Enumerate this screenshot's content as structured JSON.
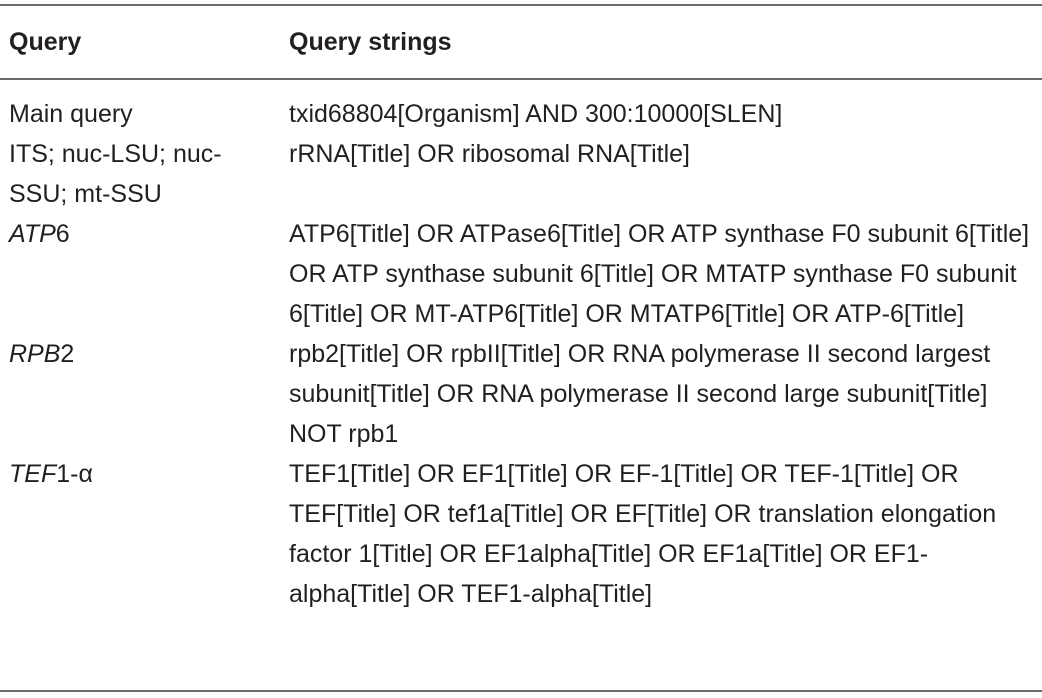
{
  "header": {
    "query": "Query",
    "query_strings": "Query strings"
  },
  "rows": [
    {
      "name": "Main query",
      "gene_italic": "",
      "gene_suffix": "",
      "value": "txid68804[Organism] AND 300:10000[SLEN]"
    },
    {
      "name": "ITS; nuc-LSU; nuc-SSU; mt-SSU",
      "gene_italic": "",
      "gene_suffix": "",
      "value": "rRNA[Title] OR ribosomal RNA[Title]"
    },
    {
      "name": "",
      "gene_italic": "ATP",
      "gene_suffix": "6",
      "value": "ATP6[Title] OR ATPase6[Title] OR ATP synthase F0 subunit 6[Title] OR ATP synthase subunit 6[Title] OR MTATP synthase F0 subunit 6[Title] OR MT-ATP6[Title] OR MTATP6[Title] OR ATP-6[Title]"
    },
    {
      "name": "",
      "gene_italic": "RPB",
      "gene_suffix": "2",
      "value": "rpb2[Title] OR rpbII[Title] OR RNA polymerase II second largest subunit[Title] OR RNA polymerase II second large subunit[Title] NOT rpb1"
    },
    {
      "name": "",
      "gene_italic": "TEF",
      "gene_suffix": "1-α",
      "value": "TEF1[Title] OR EF1[Title] OR EF-1[Title] OR TEF-1[Title] OR TEF[Title] OR tef1a[Title] OR EF[Title] OR translation elongation factor 1[Title] OR EF1alpha[Title] OR EF1a[Title] OR EF1-alpha[Title] OR TEF1-alpha[Title]"
    }
  ]
}
